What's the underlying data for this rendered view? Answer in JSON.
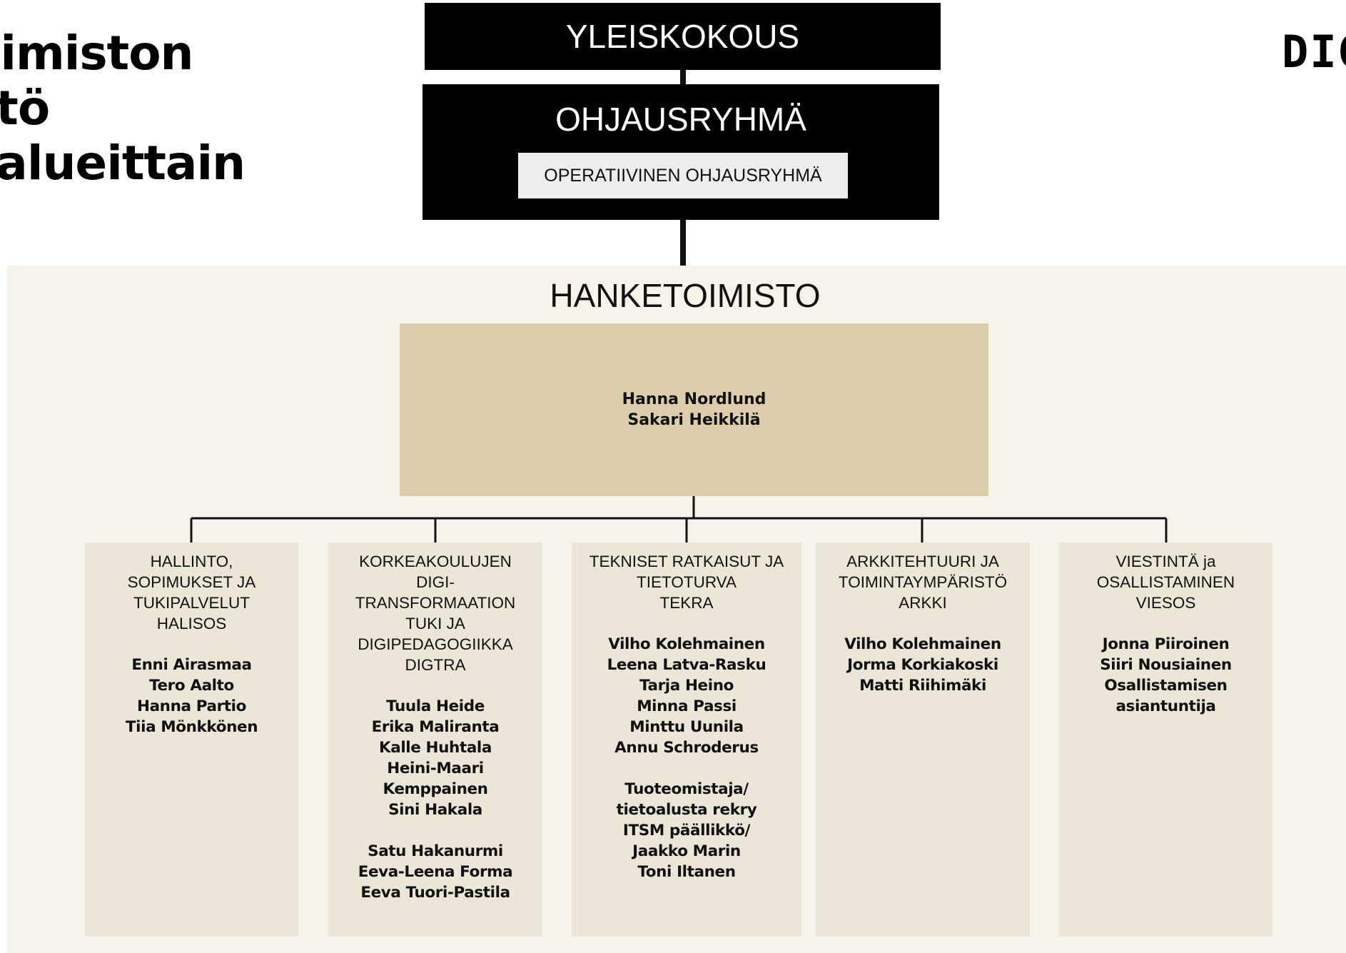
{
  "title_lines": [
    "oimiston",
    "stö",
    "salueittain"
  ],
  "logo_text": "DIG",
  "yleiskokous": "YLEISKOKOUS",
  "ohjausryhma": "OHJAUSRYHMÄ",
  "operatiivinen": "OPERATIIVINEN OHJAUSRYHMÄ",
  "hanketoimisto": {
    "title": "HANKETOIMISTO",
    "leaders": [
      "Hanna Nordlund",
      "Sakari Heikkilä"
    ]
  },
  "columns": [
    {
      "head": [
        "HALLINTO,",
        "SOPIMUKSET JA",
        "TUKIPALVELUT",
        "HALISOS"
      ],
      "people": [
        "Enni Airasmaa",
        "Tero Aalto",
        "Hanna Partio",
        "Tiia Mönkkönen"
      ],
      "extra": []
    },
    {
      "head": [
        "KORKEAKOULUJEN",
        "DIGI-",
        "TRANSFORMAATION",
        "TUKI JA",
        "DIGIPEDAGOGIIKKA",
        "DIGTRA"
      ],
      "people": [
        "Tuula Heide",
        "Erika Maliranta",
        "Kalle Huhtala",
        "Heini-Maari",
        "Kemppainen",
        "Sini Hakala"
      ],
      "extra": [
        "Satu Hakanurmi",
        "Eeva-Leena Forma",
        "Eeva Tuori-Pastila"
      ]
    },
    {
      "head": [
        "TEKNISET RATKAISUT JA",
        "TIETOTURVA",
        "TEKRA"
      ],
      "people": [
        "Vilho Kolehmainen",
        "Leena Latva-Rasku",
        "Tarja Heino",
        "Minna Passi",
        "Minttu Uunila",
        "Annu Schroderus"
      ],
      "extra": [
        "Tuoteomistaja/",
        "tietoalusta rekry",
        "ITSM päällikkö/",
        "Jaakko Marin",
        "Toni Iltanen"
      ]
    },
    {
      "head": [
        "ARKKITEHTUURI JA",
        "TOIMINTAYMPÄRISTÖ",
        "ARKKI"
      ],
      "people": [
        "Vilho Kolehmainen",
        "Jorma Korkiakoski",
        "Matti Riihimäki"
      ],
      "extra": []
    },
    {
      "head": [
        "VIESTINTÄ ja",
        "OSALLISTAMINEN",
        "VIESOS"
      ],
      "people": [
        "Jonna Piiroinen",
        "Siiri Nousiainen",
        "Osallistamisen",
        "asiantuntija"
      ],
      "extra": []
    }
  ]
}
